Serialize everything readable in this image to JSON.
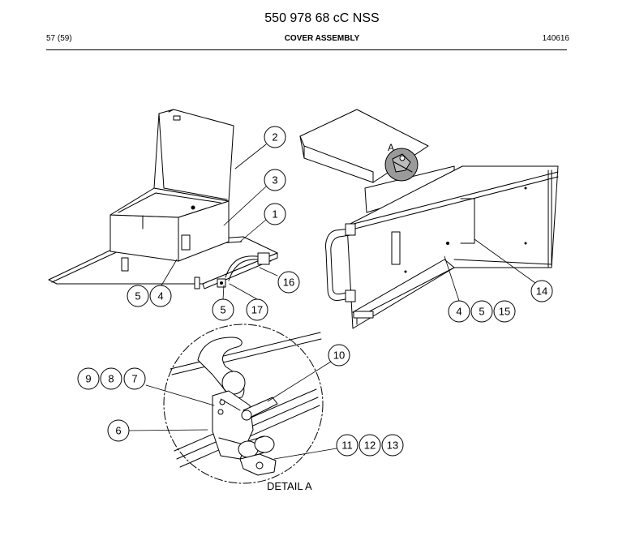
{
  "header": {
    "doc_number": "550 978 68 cC NSS",
    "page": "57 (59)",
    "section_title": "COVER ASSEMBLY",
    "date_code": "140616"
  },
  "detail": {
    "label": "DETAIL A",
    "marker": "A"
  },
  "callouts": [
    "1",
    "2",
    "3",
    "4",
    "5",
    "16",
    "5",
    "17",
    "4",
    "5",
    "15",
    "14",
    "10",
    "9",
    "8",
    "7",
    "6",
    "11",
    "12",
    "13"
  ]
}
